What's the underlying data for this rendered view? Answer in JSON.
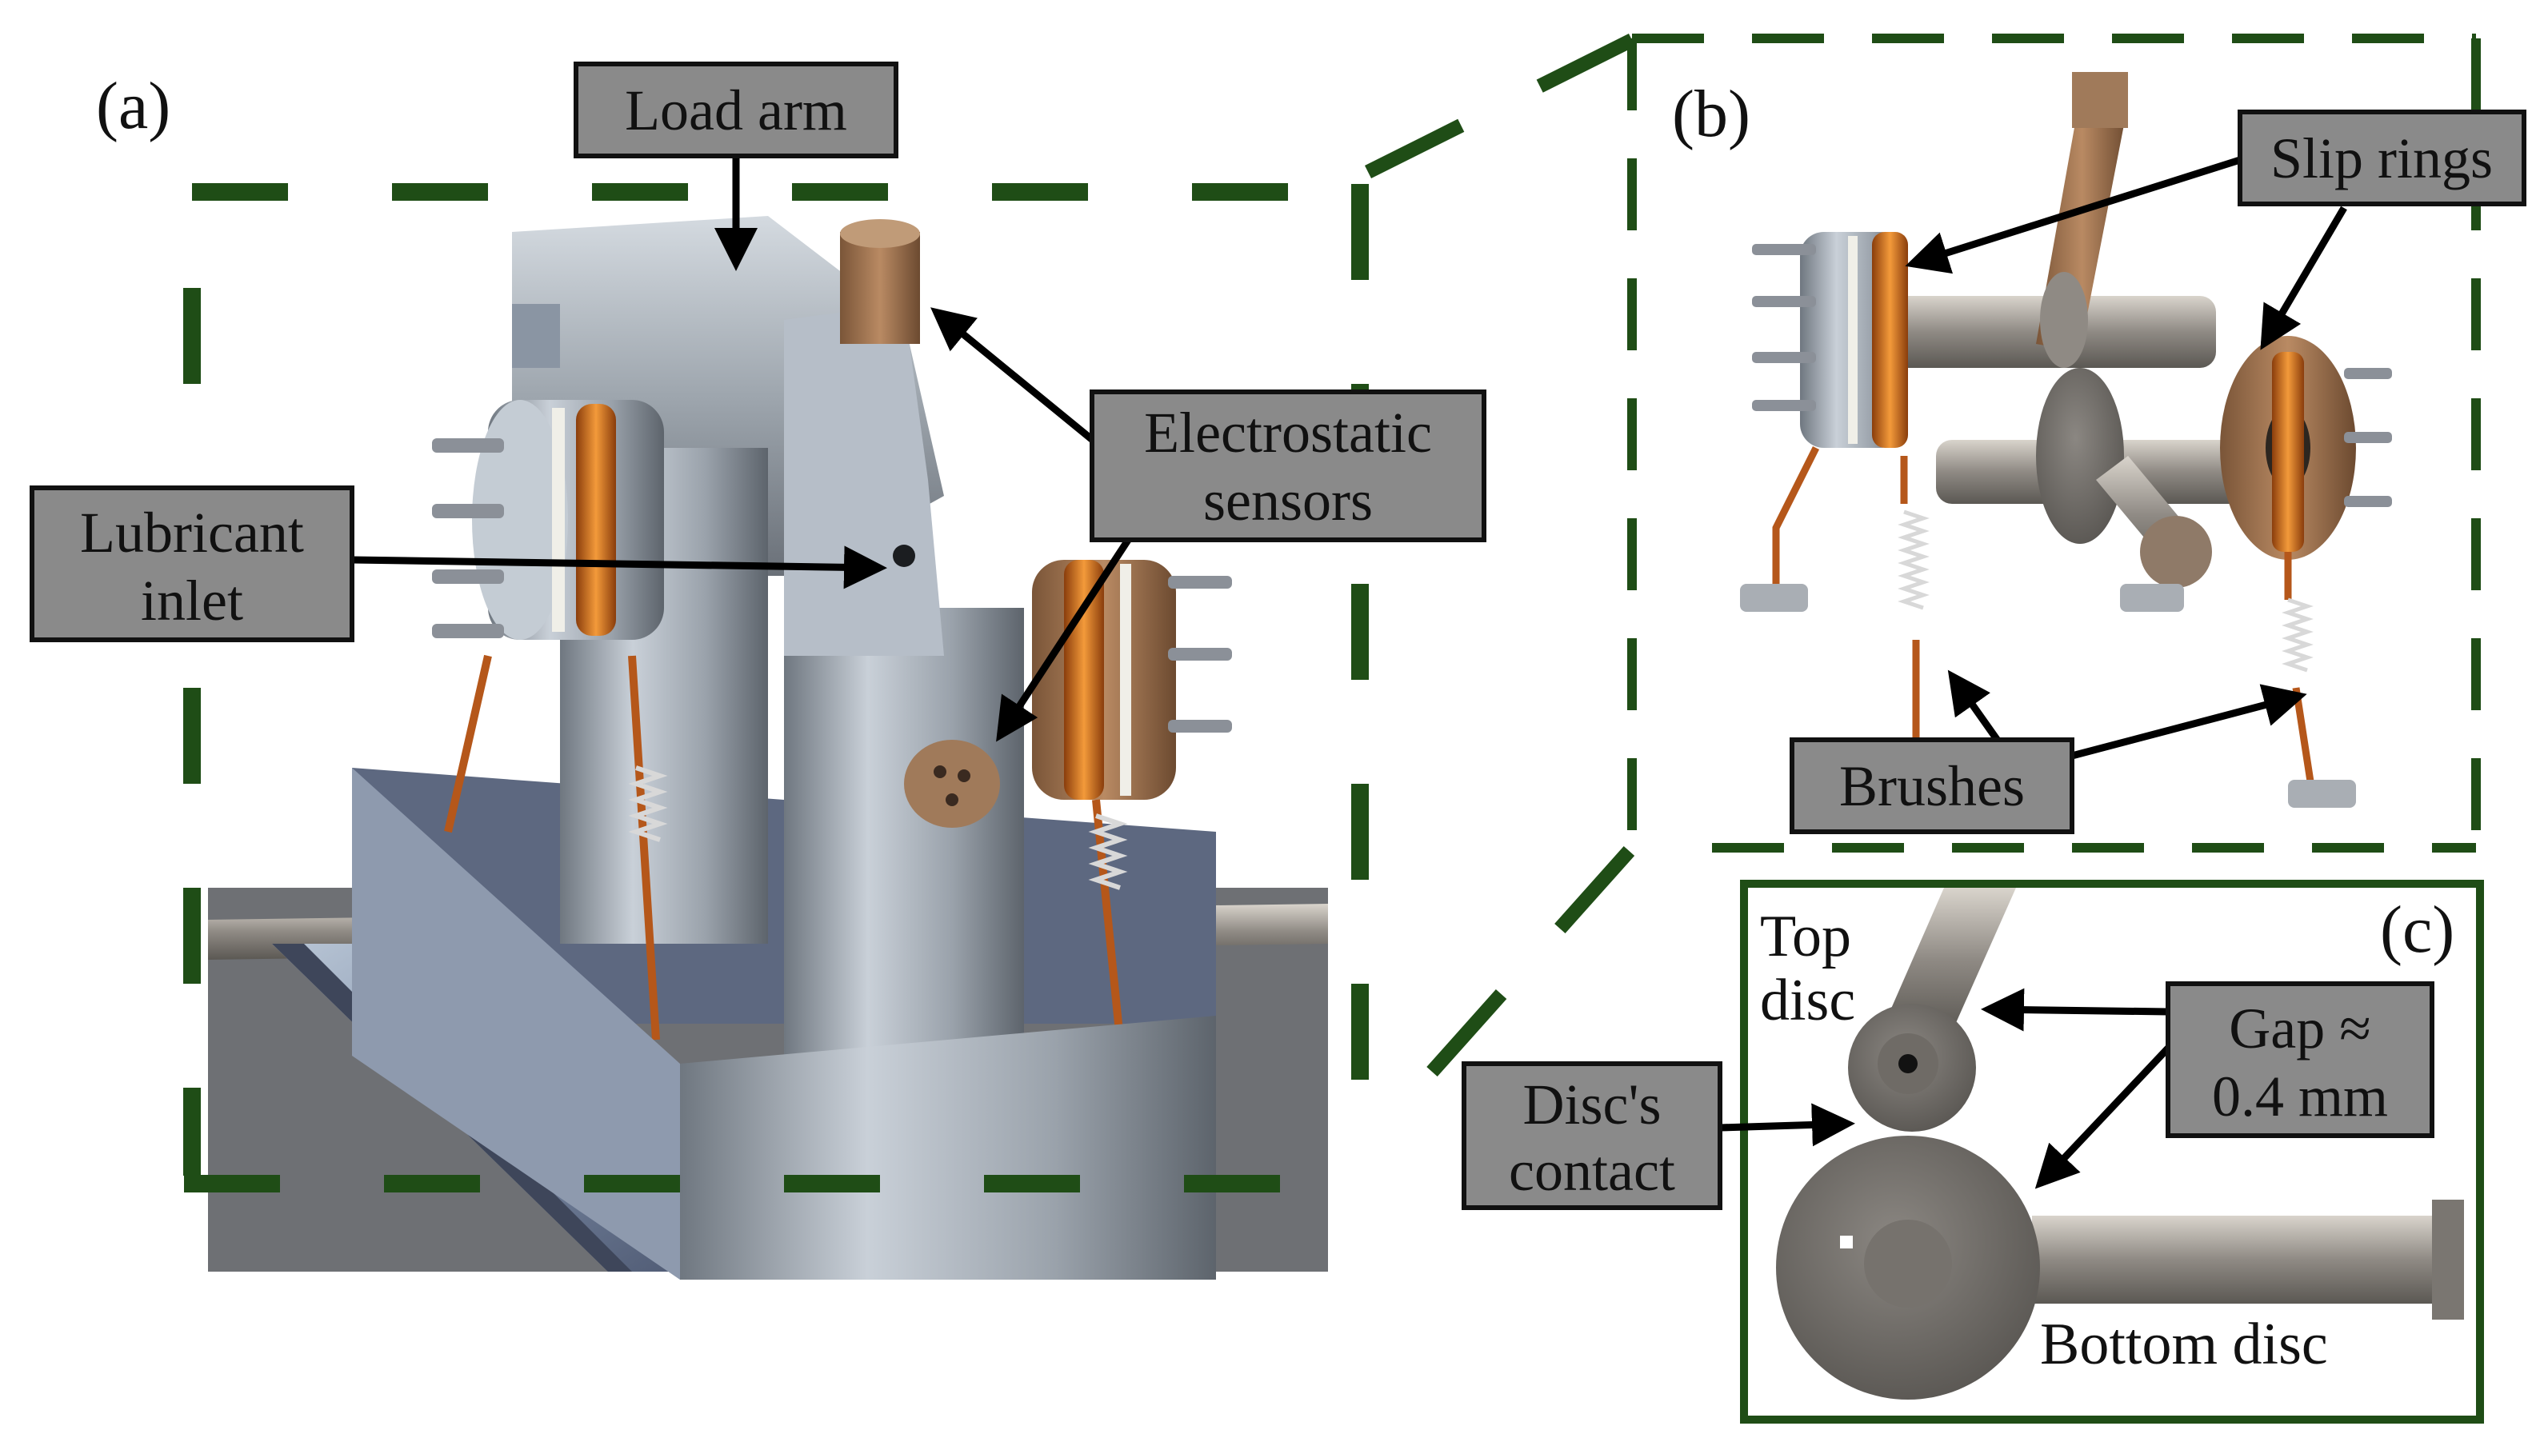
{
  "panels": {
    "a": {
      "letter": "(a)"
    },
    "b": {
      "letter": "(b)"
    },
    "c": {
      "letter": "(c)"
    }
  },
  "labels": {
    "load_arm": "Load arm",
    "electrostatic_sensors": [
      "Electrostatic",
      "sensors"
    ],
    "lubricant_inlet": [
      "Lubricant",
      "inlet"
    ],
    "slip_rings": "Slip rings",
    "brushes": "Brushes",
    "discs_contact": [
      "Disc's",
      "contact"
    ],
    "gap": [
      "Gap ≈",
      "0.4 mm"
    ],
    "top_disc": [
      "Top",
      "disc"
    ],
    "bottom_disc": "Bottom disc"
  },
  "colors": {
    "label_box_fill": "#8a8a8a",
    "label_box_stroke": "#111111",
    "dash_frame": "#1f4d16",
    "arrow": "#000000",
    "steel": "#a9b0b8",
    "copper": "#d2691e",
    "floor": "#6e7074"
  }
}
